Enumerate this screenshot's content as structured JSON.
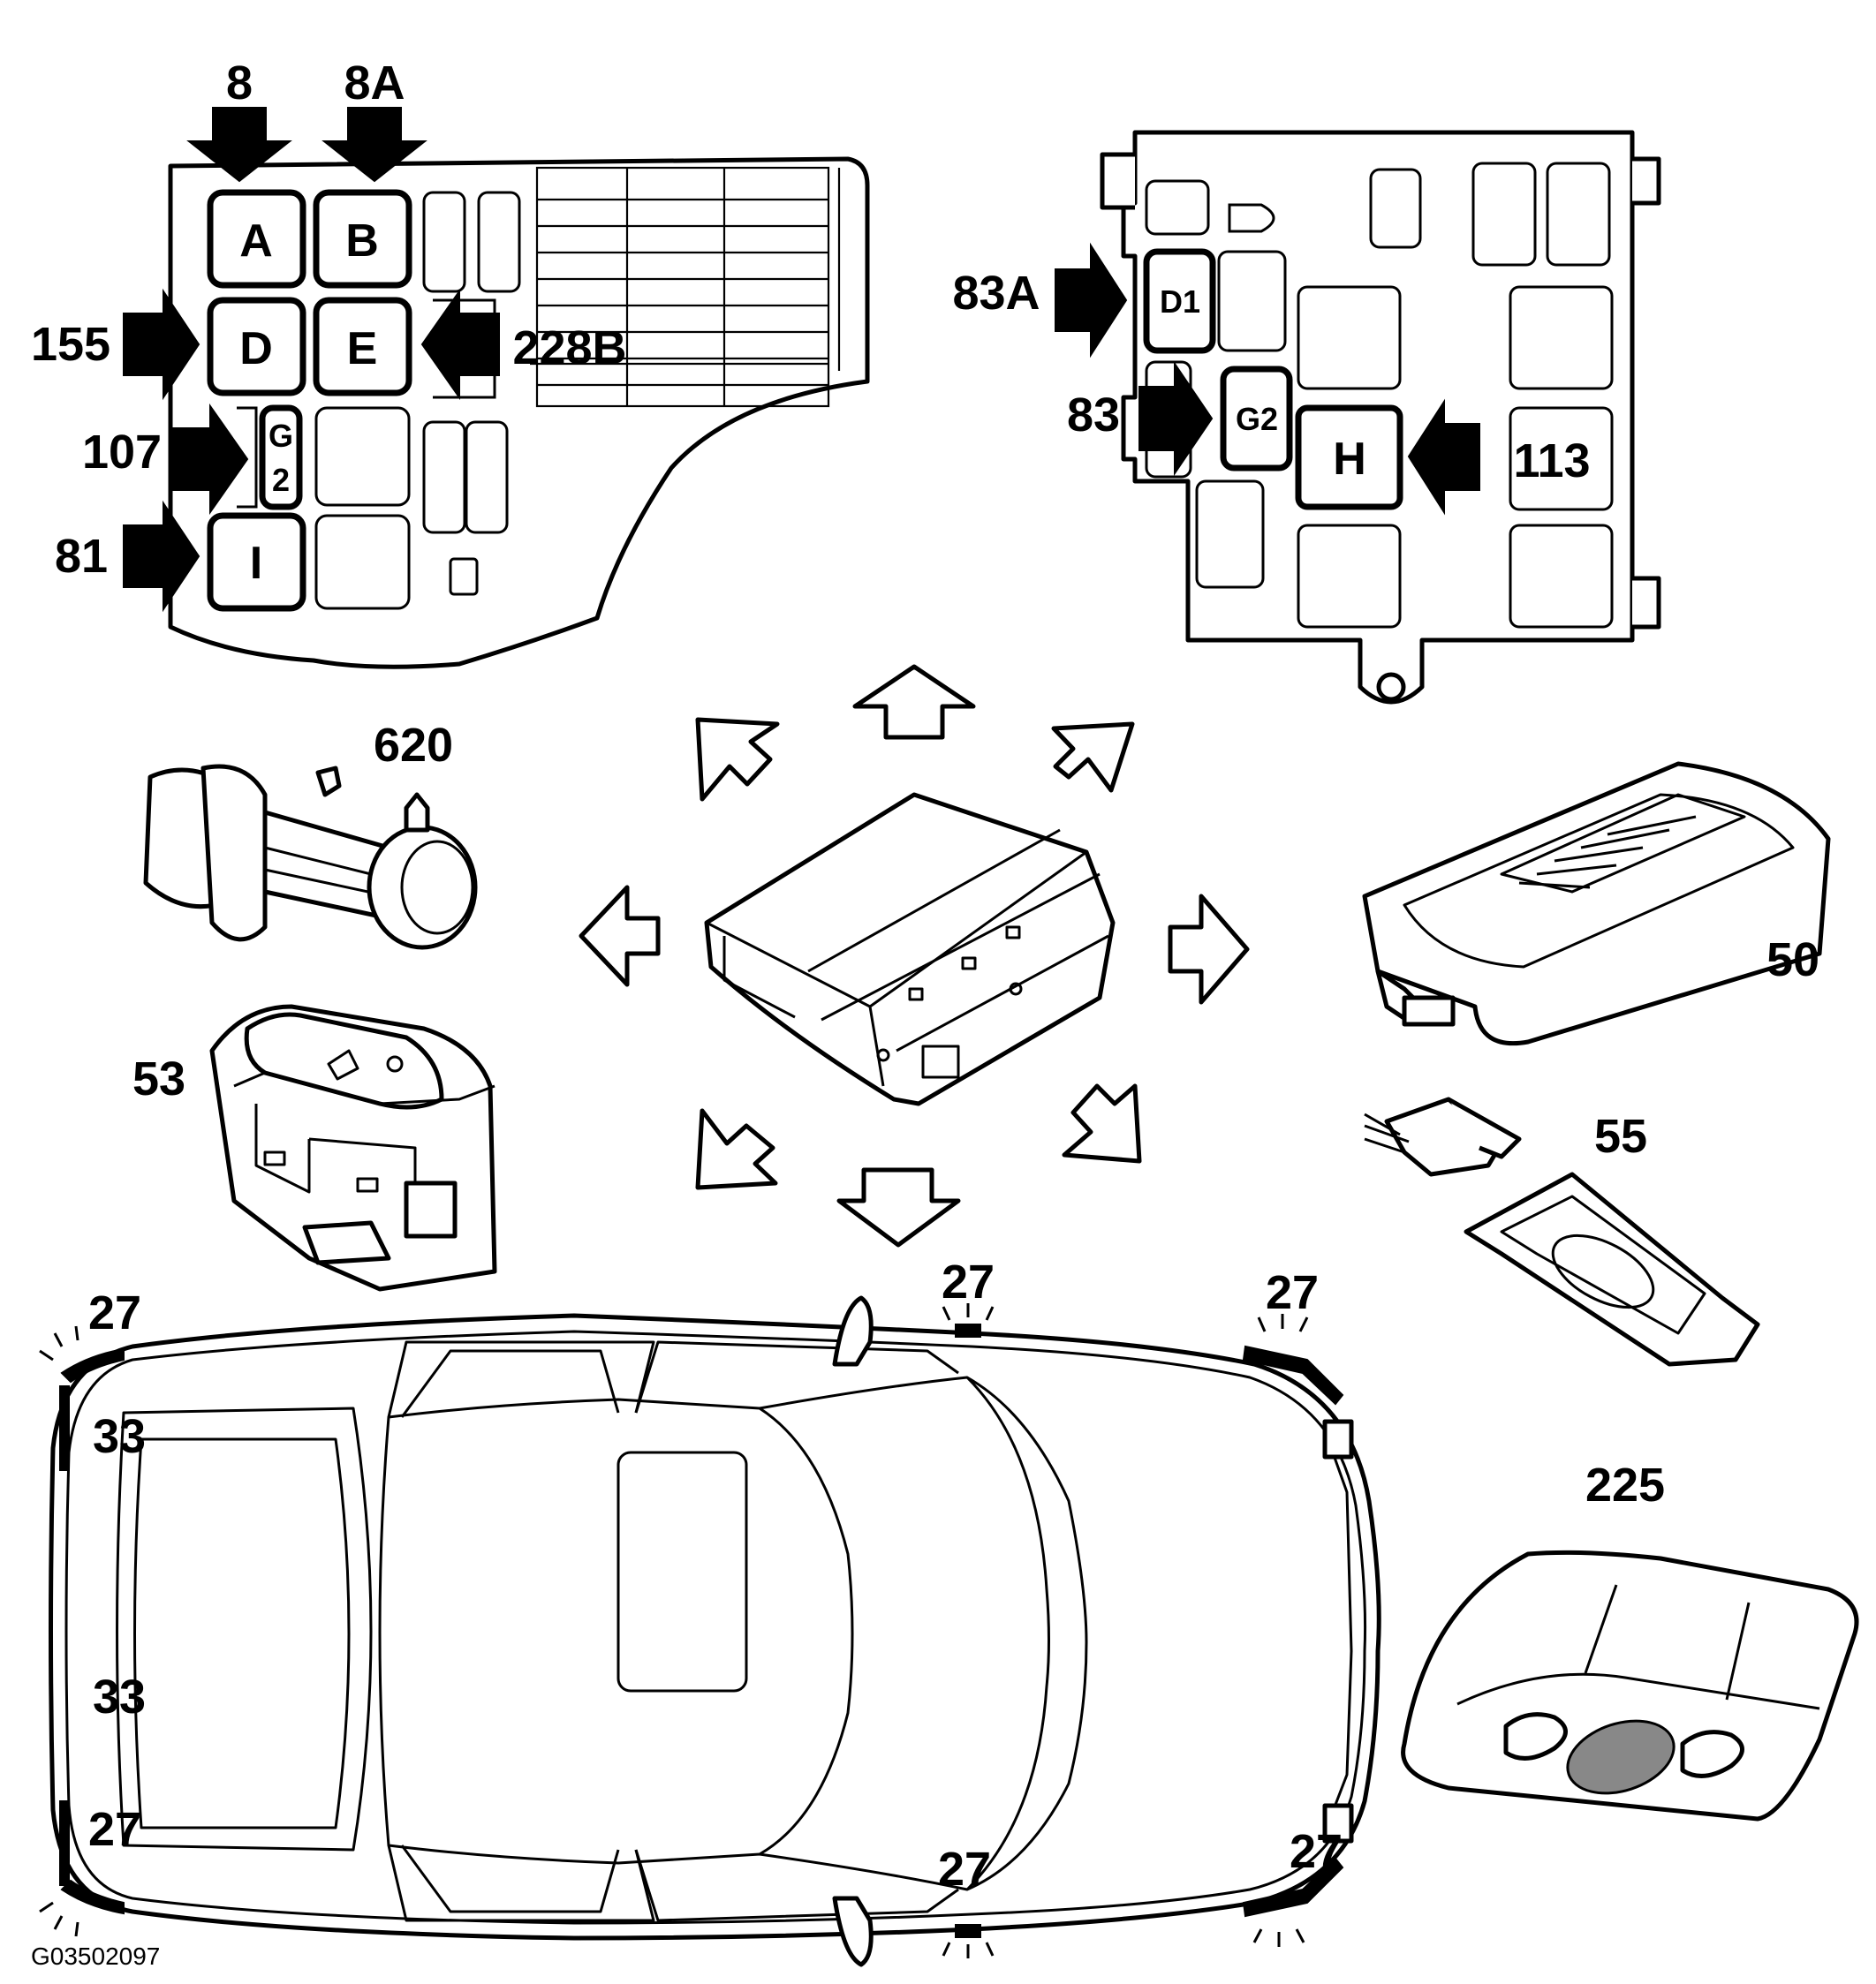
{
  "labels": {
    "l_8": "8",
    "l_8a": "8A",
    "l_155": "155",
    "l_228b": "228B",
    "l_107": "107",
    "l_81": "81",
    "l_83a": "83A",
    "l_83": "83",
    "l_113": "113",
    "l_620": "620",
    "l_50": "50",
    "l_53": "53",
    "l_55": "55",
    "l_225": "225",
    "l_27": "27",
    "l_33": "33"
  },
  "left_box_letters": {
    "a": "A",
    "b": "B",
    "d": "D",
    "e": "E",
    "g": "G",
    "g2": "2",
    "i": "I"
  },
  "right_box_letters": {
    "d1": "D1",
    "g2": "G2",
    "h": "H"
  },
  "figure_code": "G03502097"
}
